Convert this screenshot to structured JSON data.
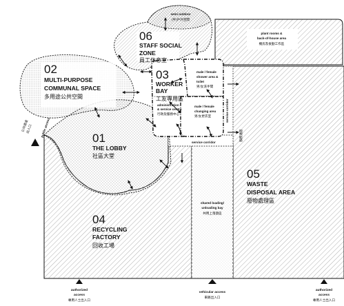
{
  "zones": [
    {
      "num": "01",
      "title": [
        "THE LOBBY"
      ],
      "zh": "社區大堂"
    },
    {
      "num": "02",
      "title": [
        "MULTI-PURPOSE",
        "COMMUNAL SPACE"
      ],
      "zh": "多用途公共空間"
    },
    {
      "num": "03",
      "title": [
        "WORKER",
        "BAY"
      ],
      "zh": "工友專用區"
    },
    {
      "num": "04",
      "title": [
        "RECYCLING",
        "FACTORY"
      ],
      "zh": "回收工場"
    },
    {
      "num": "05",
      "title": [
        "WASTE",
        "DISPOSAL AREA"
      ],
      "zh": "廢物處理區"
    },
    {
      "num": "06",
      "title": [
        "STAFF SOCIAL",
        "ZONE"
      ],
      "zh": "員工休息室"
    }
  ],
  "labels": {
    "semi_outdoor": {
      "en": "semi outdoor",
      "zh": "(半)戶外空間"
    },
    "plant_rooms": {
      "en": [
        "plant rooms &",
        "back-of-house area"
      ],
      "zh": "機房及後勤工作區"
    },
    "shower": {
      "en": [
        "male / female",
        "shower area &",
        "toilet"
      ],
      "zh": "男/女洗手間"
    },
    "admin": {
      "en": [
        "administration",
        "& service centre"
      ],
      "zh": "行政及服務中心"
    },
    "changing": {
      "en": [
        "male / female",
        "changing area"
      ],
      "zh": "男/女更衣室"
    },
    "service_corridor": "service corridor",
    "service_corridor_v": "service corridor",
    "service_corridor_zh": "服務通道",
    "shared_loading": {
      "en": [
        "shared loading/",
        "unloading bay"
      ],
      "zh": "共用上落貨區"
    },
    "public_access": {
      "en": "public access",
      "zh": [
        "公共通道",
        "出入口"
      ]
    }
  },
  "accesses": [
    {
      "en": [
        "authorized",
        "access"
      ],
      "zh": "專用人士出入口"
    },
    {
      "en": [
        "vehicular access"
      ],
      "zh": "車路出入口"
    },
    {
      "en": [
        "authorized",
        "access"
      ],
      "zh": "專用人士出入口"
    }
  ]
}
